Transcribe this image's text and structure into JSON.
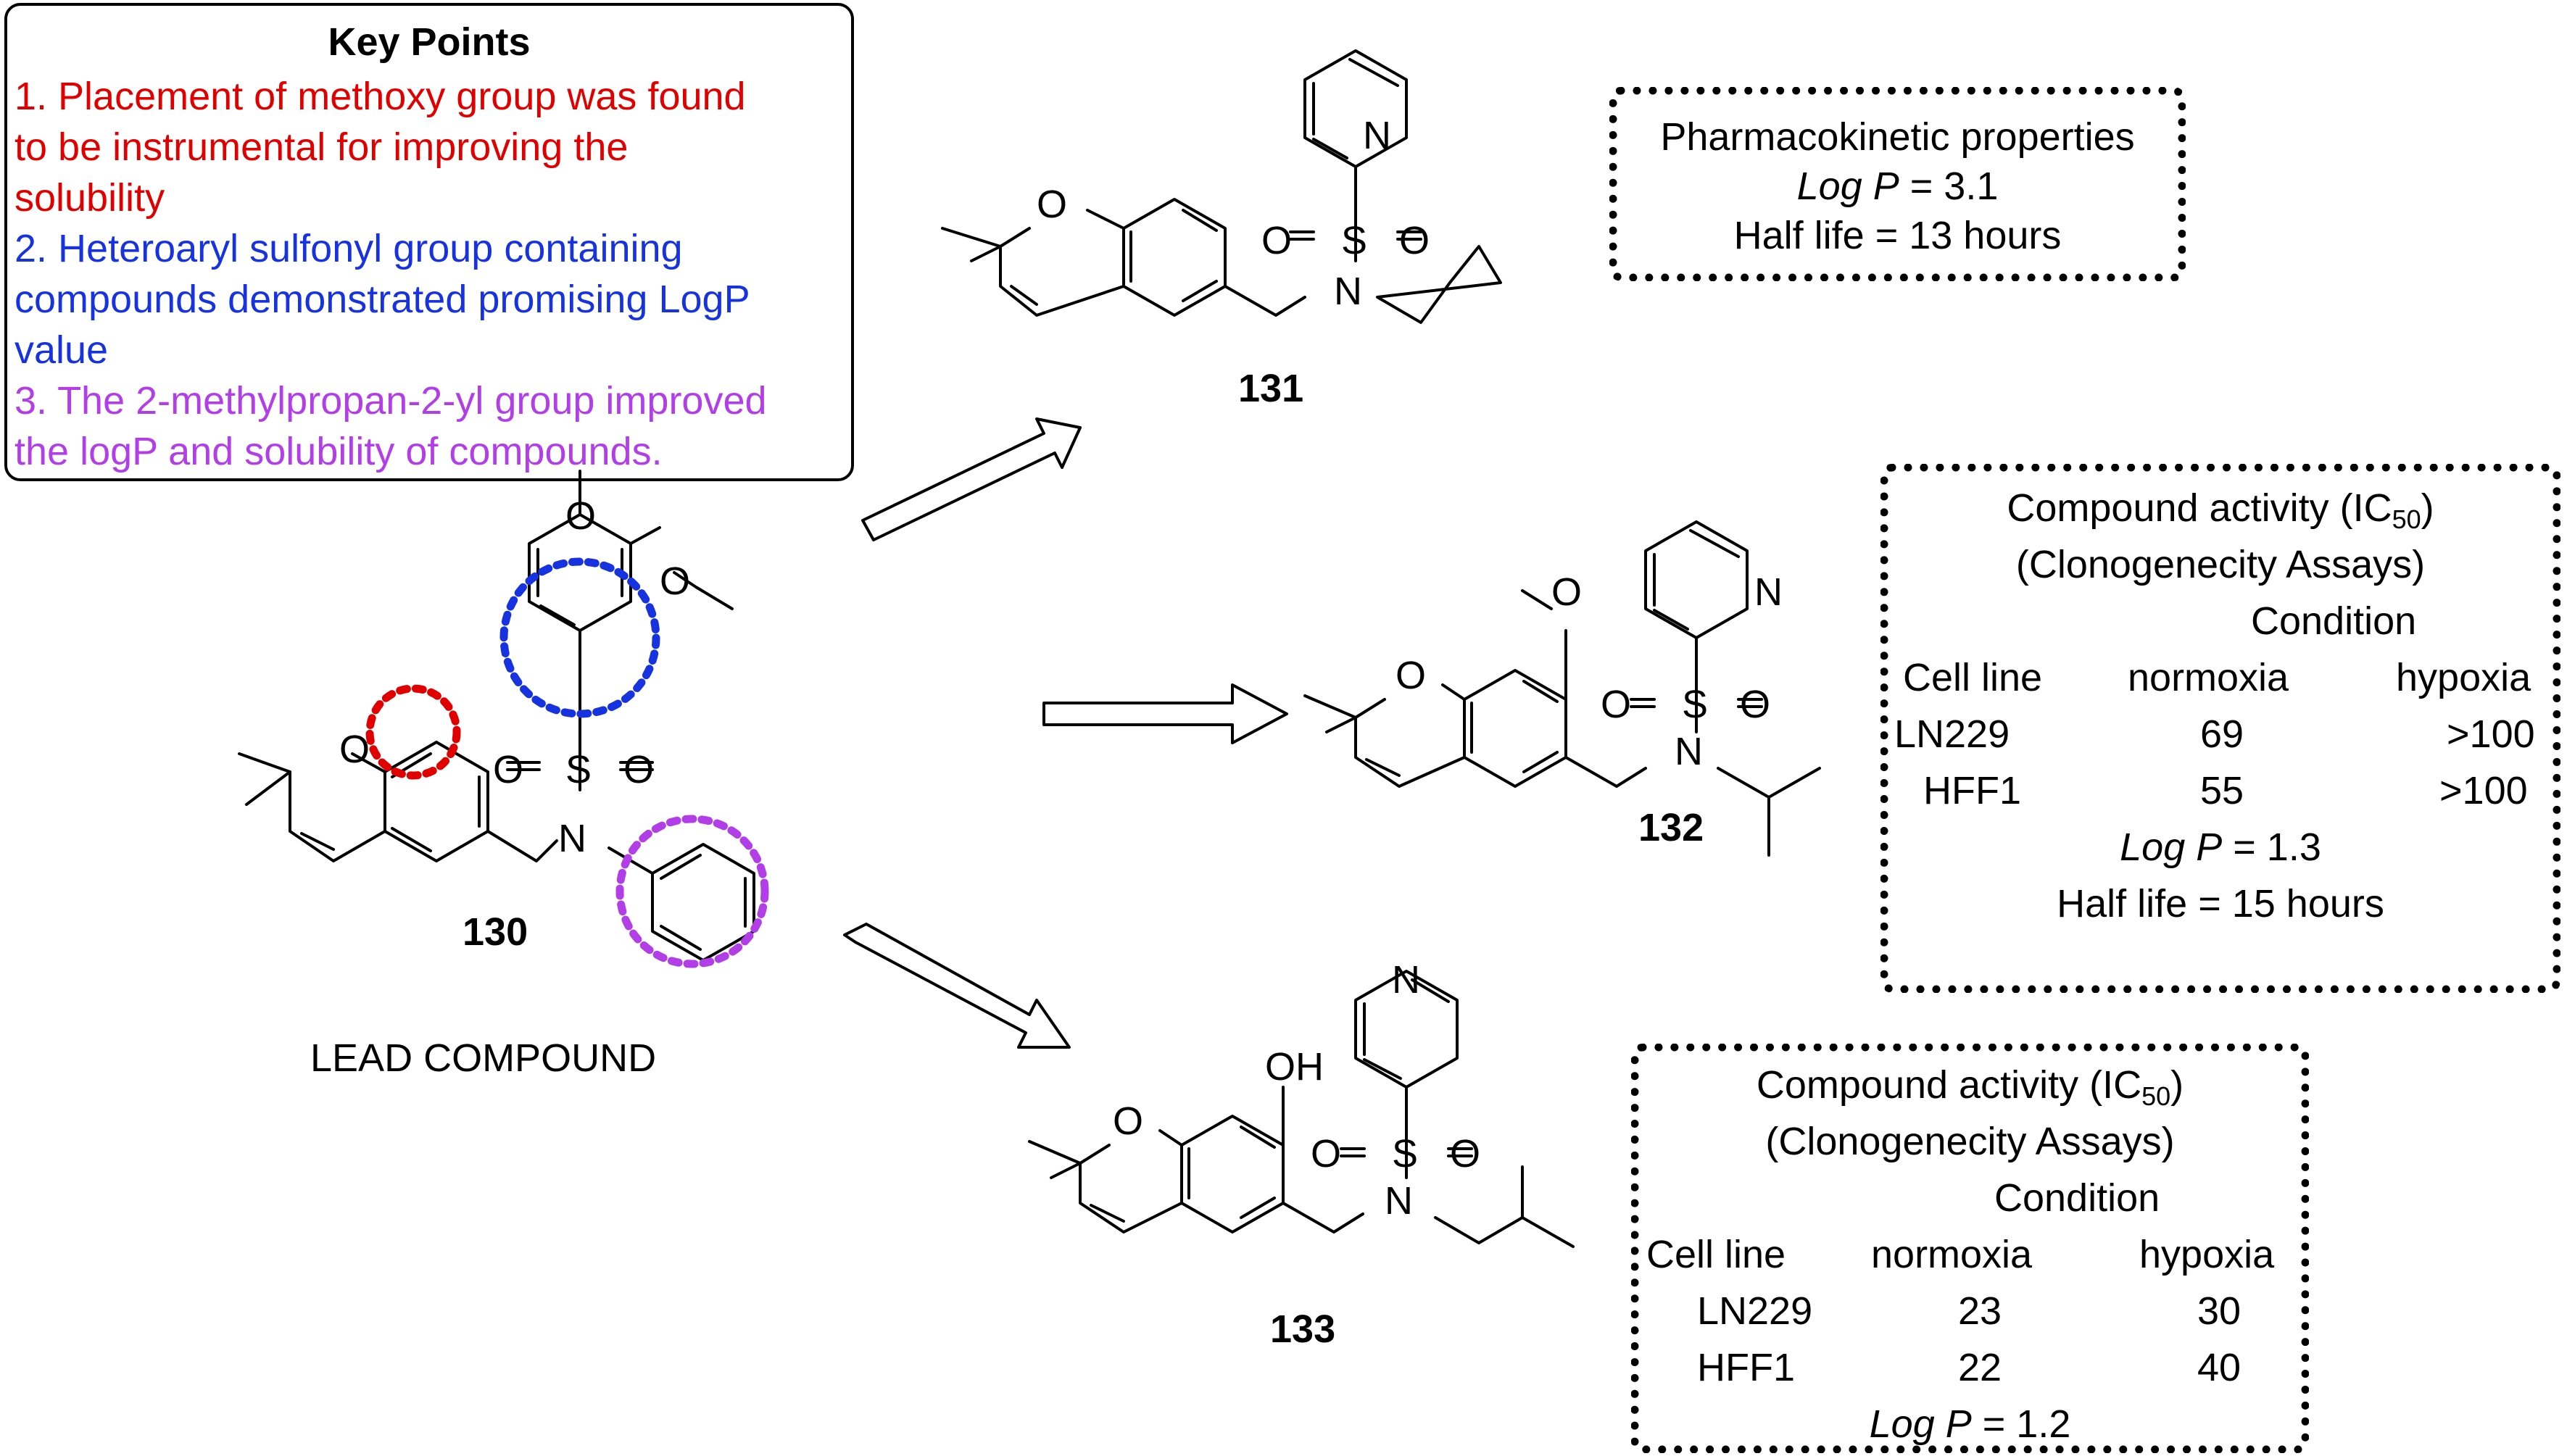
{
  "key_points": {
    "title": "Key Points",
    "point1": [
      "1. Placement of methoxy group was found",
      "to be instrumental for improving the",
      "solubility"
    ],
    "point2": [
      "2. Heteroaryl sulfonyl group containing",
      "compounds demonstrated promising LogP",
      "value"
    ],
    "point3": [
      "3. The 2-methylpropan-2-yl group improved",
      "the logP and solubility of compounds."
    ],
    "colors": {
      "point1": "#e00000",
      "point2": "#1733e0",
      "point3": "#b23ee8"
    }
  },
  "lead": {
    "number": "130",
    "label": "LEAD COMPOUND"
  },
  "compounds": {
    "c131": "131",
    "c132": "132",
    "c133": "133"
  },
  "atoms": {
    "O": "O",
    "N": "N",
    "S": "S",
    "OH": "OH"
  },
  "pk_box": {
    "title": "Pharmacokinetic properties",
    "logp_label": "Log P",
    "logp_value": " = 3.1",
    "half_life": "Half life = 13 hours"
  },
  "box132": {
    "title_main": "Compound activity (IC",
    "title_sub": "50",
    "title_end": ")",
    "assay": "(Clonogenecity Assays)",
    "condition": "Condition",
    "headers": [
      "Cell line",
      "normoxia",
      "hypoxia"
    ],
    "rows": [
      [
        "LN229",
        "69",
        ">100"
      ],
      [
        "HFF1",
        "55",
        ">100"
      ]
    ],
    "logp_label": "Log P",
    "logp_value": " = 1.3",
    "half_life": "Half life = 15 hours"
  },
  "box133": {
    "title_main": "Compound activity (IC",
    "title_sub": "50",
    "title_end": ")",
    "assay": "(Clonogenecity Assays)",
    "condition": "Condition",
    "headers": [
      "Cell line",
      "normoxia",
      "hypoxia"
    ],
    "rows": [
      [
        "LN229",
        "23",
        "30"
      ],
      [
        "HFF1",
        "22",
        "40"
      ]
    ],
    "logp_label": "Log P",
    "logp_value": " = 1.2"
  }
}
